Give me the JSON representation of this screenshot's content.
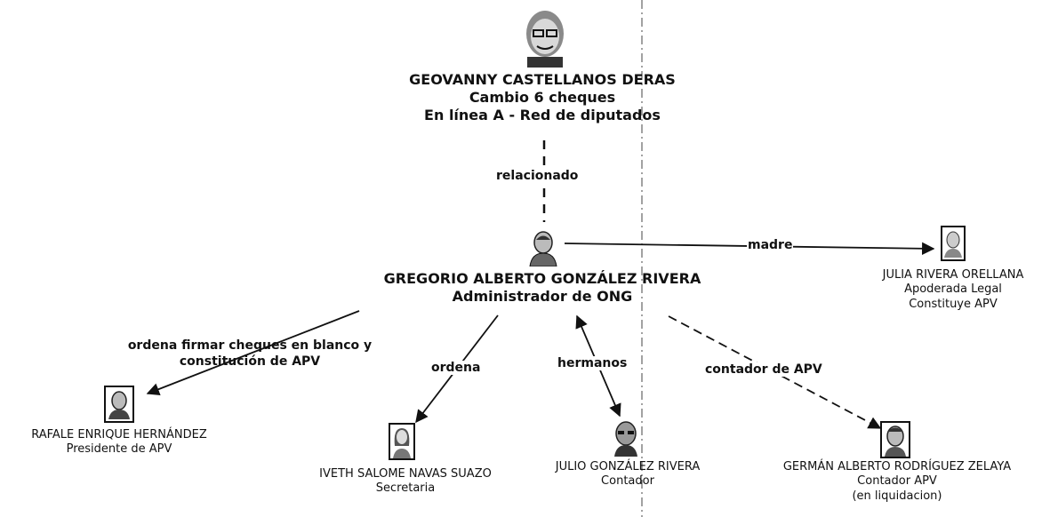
{
  "top_person": {
    "name": "GEOVANNY CASTELLANOS DERAS",
    "line2": "Cambio 6 cheques",
    "line3": "En línea A - Red de diputados"
  },
  "center_person": {
    "name": "GREGORIO ALBERTO GONZÁLEZ RIVERA",
    "role": "Administrador de ONG"
  },
  "julia": {
    "name": "JULIA RIVERA ORELLANA",
    "line2": "Apoderada Legal",
    "line3": "Constituye APV"
  },
  "rafale": {
    "name": "RAFALE ENRIQUE HERNÁNDEZ",
    "role": "Presidente de APV"
  },
  "iveth": {
    "name": "IVETH SALOME NAVAS SUAZO",
    "role": "Secretaria"
  },
  "julio": {
    "name": "JULIO GONZÁLEZ RIVERA",
    "role": "Contador"
  },
  "german": {
    "name": "GERMÁN ALBERTO RODRÍGUEZ ZELAYA",
    "line2": "Contador APV",
    "line3": "(en liquidacion)"
  },
  "edges": {
    "relacionado": "relacionado",
    "madre": "madre",
    "ordena_firmar_1": "ordena firmar cheques en blanco y",
    "ordena_firmar_2": "constitución de APV",
    "ordena": "ordena",
    "hermanos": "hermanos",
    "contador_apv": "contador de APV"
  }
}
